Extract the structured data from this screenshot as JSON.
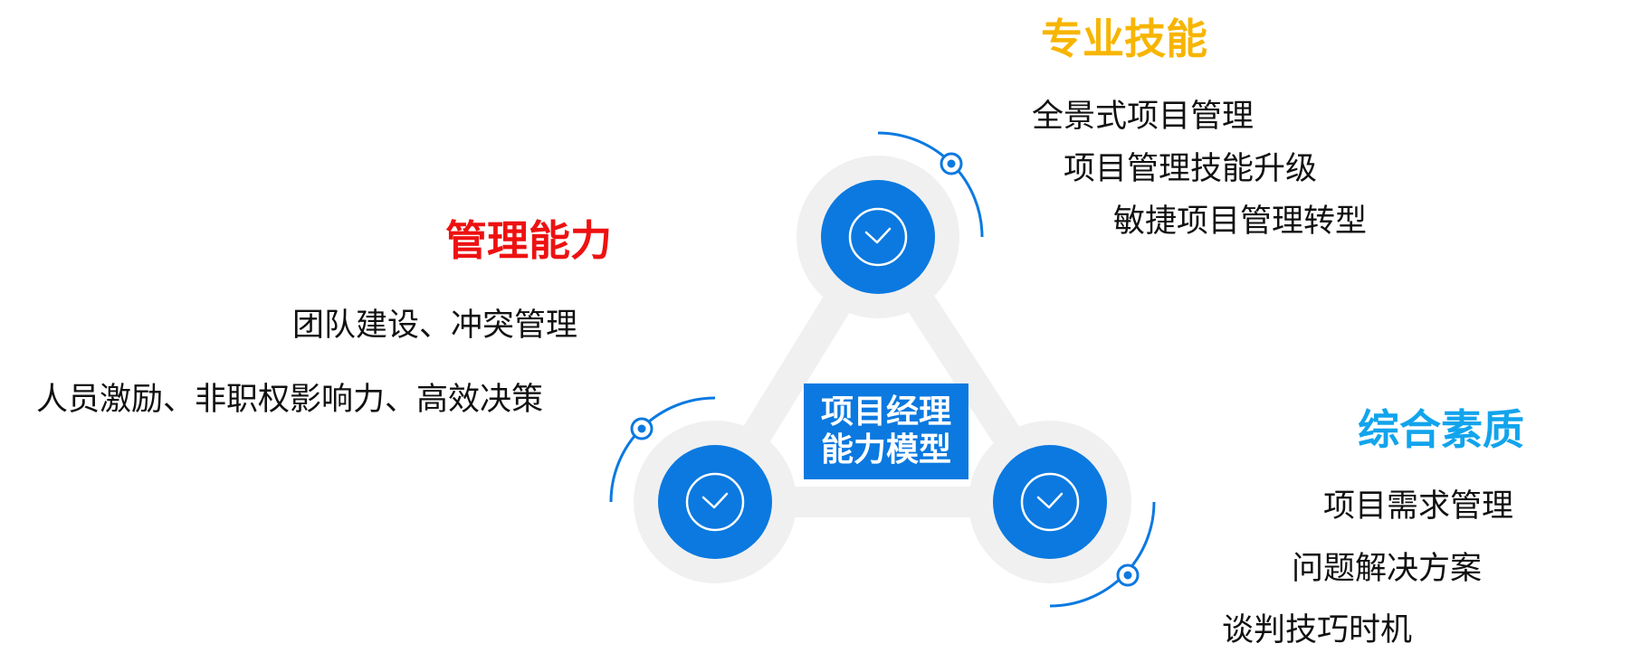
{
  "center": {
    "line1": "项目经理",
    "line2": "能力模型"
  },
  "sections": {
    "professional": {
      "title": "专业技能",
      "color": "#f7b500",
      "items": [
        "全景式项目管理",
        "项目管理技能升级",
        "敏捷项目管理转型"
      ]
    },
    "management": {
      "title": "管理能力",
      "color": "#ee1111",
      "items": [
        "团队建设、冲突管理",
        "人员激励、非职权影响力、高效决策"
      ]
    },
    "comprehensive": {
      "title": "综合素质",
      "color": "#12a4ec",
      "items": [
        "项目需求管理",
        "问题解决方案",
        "谈判技巧时机"
      ]
    }
  },
  "colors": {
    "accent_blue": "#0b79e0",
    "ring_grey": "#f0f0f0"
  },
  "icons": {
    "node": "clock-check-icon",
    "orbit_dot": "orbit-dot-icon"
  }
}
